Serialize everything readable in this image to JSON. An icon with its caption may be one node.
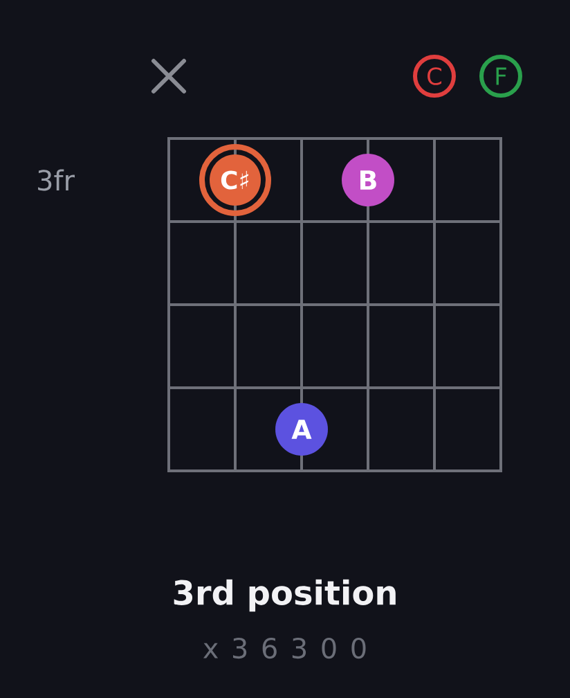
{
  "diagram": {
    "title": "3rd position",
    "nodes": [
      {
        "text": [
          "C"
        ]
      },
      {
        "text": [
          "F"
        ]
      },
      {
        "text": [
          "C♯"
        ]
      },
      {
        "text": [
          "B"
        ]
      },
      {
        "text": [
          "A"
        ]
      }
    ],
    "labels": [
      "3fr",
      "x 3 6 3 0 0"
    ]
  }
}
